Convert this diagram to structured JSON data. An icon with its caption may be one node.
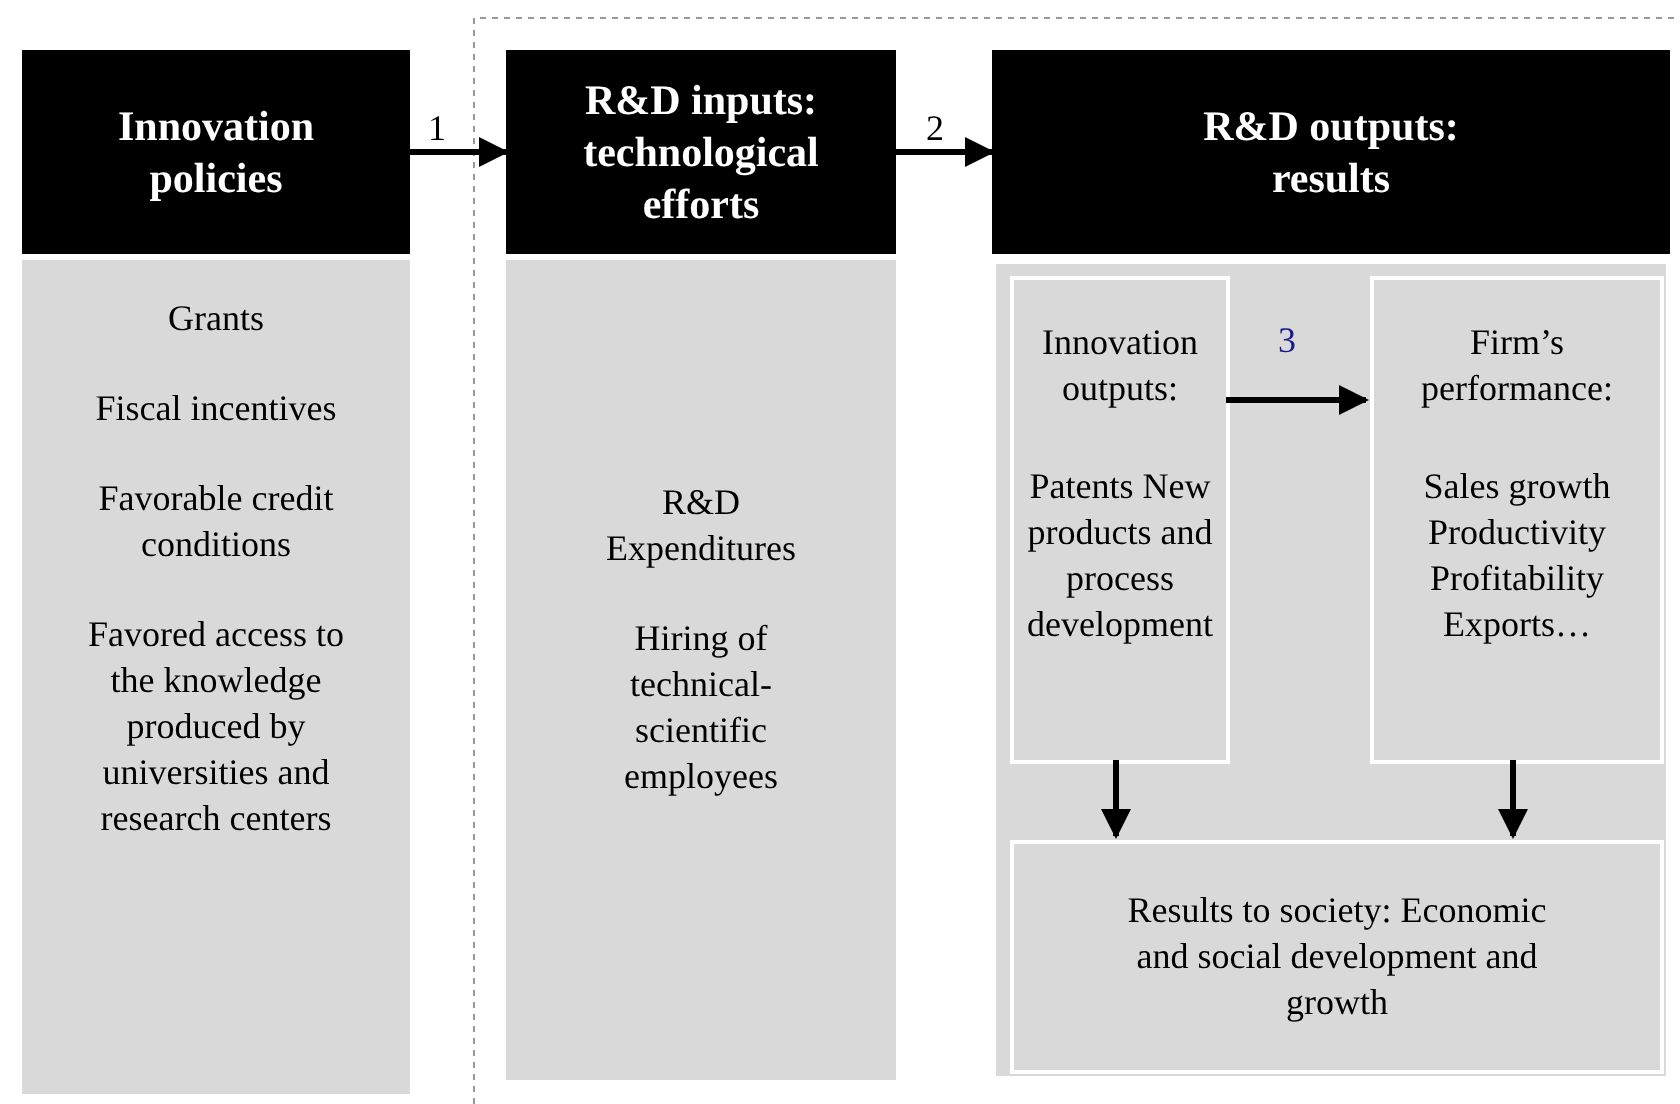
{
  "diagram": {
    "nodes": [
      {
        "text": [
          "Innovation policies"
        ]
      },
      {
        "text": [
          "Grants",
          "Fiscal incentives",
          "Favorable credit conditions",
          "Favored access to the knowledge produced by universities and research centers"
        ]
      },
      {
        "text": [
          "R&D inputs: technological efforts"
        ]
      },
      {
        "text": [
          "R&D Expenditures",
          "Hiring of technical-scientific employees"
        ]
      },
      {
        "text": [
          "R&D outputs: results"
        ]
      },
      {
        "text": [],
        "shape": "box"
      },
      {
        "text": [
          "Innovation outputs:",
          "Patents New products and process development"
        ],
        "in": 5
      },
      {
        "text": [
          "Firm’s performance:",
          "Sales growth Productivity Profitability Exports…"
        ],
        "in": 5
      },
      {
        "text": [
          "Results to society: Economic and social development and growth"
        ],
        "in": 5
      }
    ],
    "edges": [
      {
        "from": 0,
        "to": 2,
        "arrow": "to",
        "label": "1"
      },
      {
        "from": 2,
        "to": 4,
        "arrow": "to",
        "label": "2"
      },
      {
        "from": 6,
        "to": 7,
        "arrow": "to",
        "label": "3"
      },
      {
        "from": 6,
        "to": 8,
        "arrow": "to"
      },
      {
        "from": 7,
        "to": 8,
        "arrow": "to"
      }
    ]
  }
}
